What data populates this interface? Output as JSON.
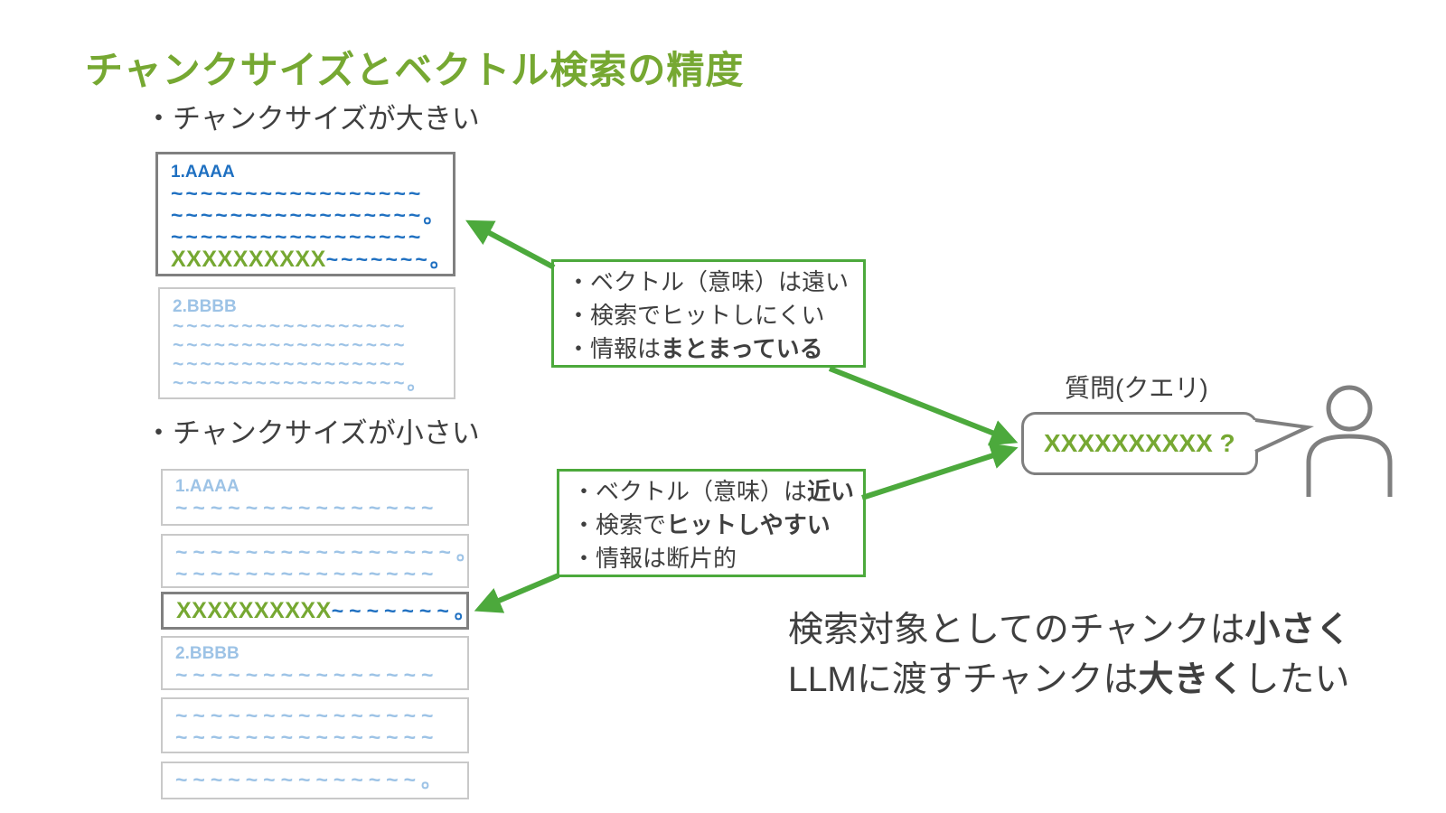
{
  "title": "チャンクサイズとベクトル検索の精度",
  "colors": {
    "title_green": "#76A832",
    "accent_green": "#4CA93C",
    "blue": "#1F70C1",
    "light_blue": "#9DC3E6",
    "text_dark": "#3F3F3F",
    "border_dark_gray": "#808080",
    "border_light_gray": "#C9C9C9",
    "bubble_gray": "#7F7F7F"
  },
  "sections": {
    "large": {
      "heading": "・チャンクサイズが大きい",
      "chunk1": {
        "label": "1.AAAA",
        "line1": "~~~~~~~~~~~~~~~~~",
        "line2": "~~~~~~~~~~~~~~~~~。",
        "line3": "~~~~~~~~~~~~~~~~~",
        "highlight": "XXXXXXXXXX",
        "highlight_tail": "~~~~~~~。"
      },
      "chunk2": {
        "label": "2.BBBB",
        "line1": "~~~~~~~~~~~~~~~~~",
        "line2": "~~~~~~~~~~~~~~~~~",
        "line3": "~~~~~~~~~~~~~~~~~",
        "line4": "~~~~~~~~~~~~~~~~~。"
      }
    },
    "small": {
      "heading": "・チャンクサイズが小さい",
      "box1": {
        "label": "1.AAAA",
        "line1": "~~~~~~~~~~~~~~~"
      },
      "box2": {
        "line1": "~~~~~~~~~~~~~~~~。",
        "line2": "~~~~~~~~~~~~~~~"
      },
      "box3": {
        "highlight": "XXXXXXXXXX",
        "highlight_tail": "~~~~~~~。"
      },
      "box4": {
        "label": "2.BBBB",
        "line1": "~~~~~~~~~~~~~~~"
      },
      "box5": {
        "line1": "~~~~~~~~~~~~~~~",
        "line2": "~~~~~~~~~~~~~~~"
      },
      "box6": {
        "line1": "~~~~~~~~~~~~~~。"
      }
    }
  },
  "note_far": {
    "line1": "・ベクトル（意味）は遠い",
    "line2": "・検索でヒットしにくい",
    "line3_pre": "・情報は",
    "line3_bold": "まとまっている"
  },
  "note_near": {
    "line1_pre": "・ベクトル（意味）は",
    "line1_bold": "近い",
    "line2_pre": "・検索で",
    "line2_bold": "ヒットしやすい",
    "line3": "・情報は断片的"
  },
  "query": {
    "label": "質問(クエリ)",
    "text": "XXXXXXXXXX ?"
  },
  "conclusion": {
    "line1_pre": "検索対象としてのチャンクは",
    "line1_bold": "小さく",
    "line2_pre": "LLMに渡すチャンクは",
    "line2_bold": "大きく",
    "line2_post": "したい"
  },
  "icons": {
    "person": "person-outline",
    "bubble_tail": "speech-bubble-tail",
    "arrows": [
      "arrow-far-to-large-chunk",
      "arrow-far-to-query",
      "arrow-near-to-query",
      "arrow-near-to-small-chunk"
    ]
  }
}
